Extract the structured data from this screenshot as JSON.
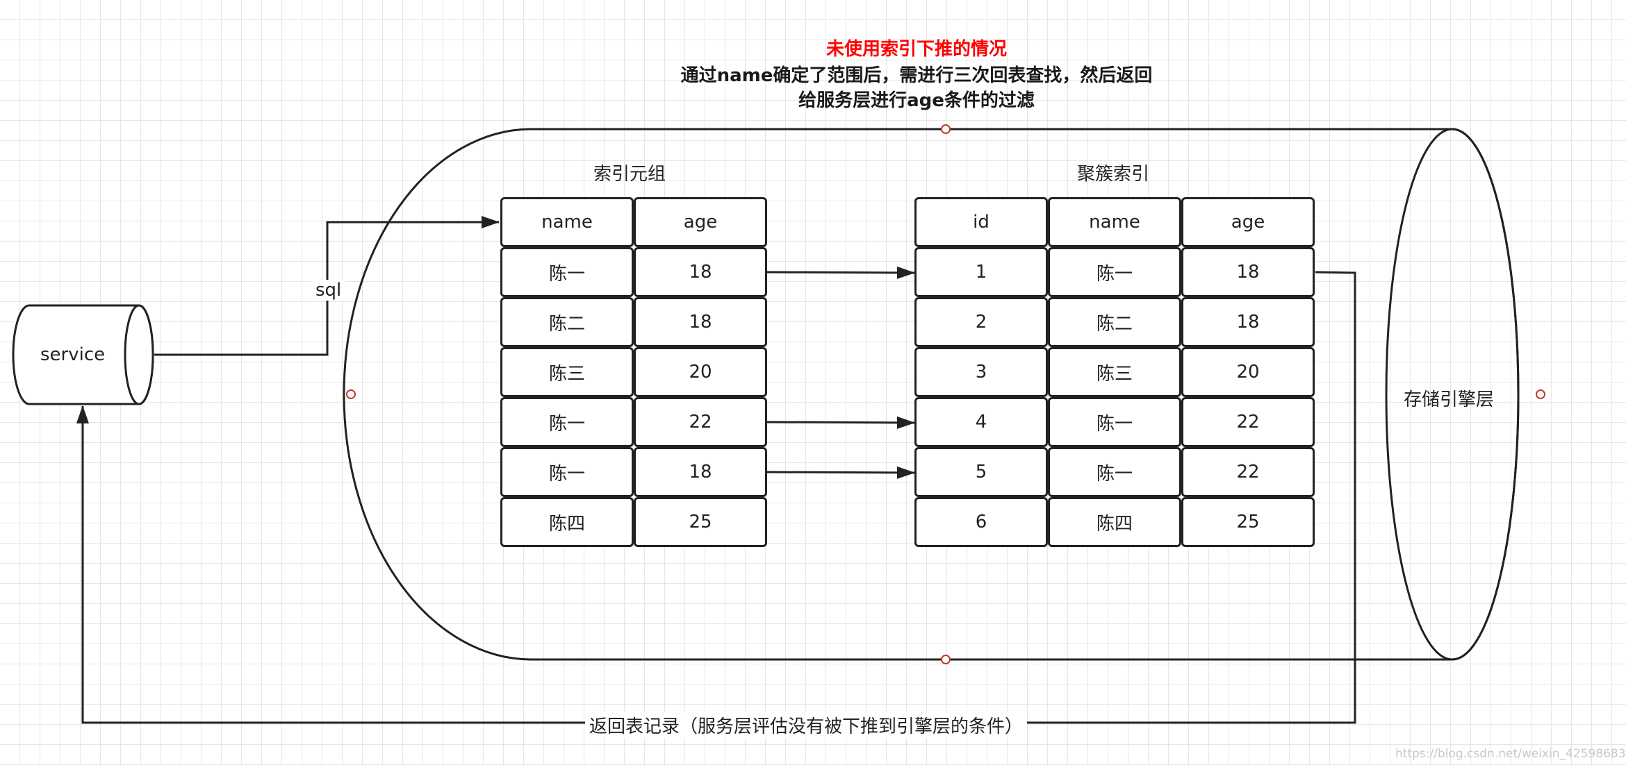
{
  "title": {
    "heading": "未使用索引下推的情况",
    "line1": "通过name确定了范围后，需进行三次回表查找，然后返回",
    "line2": "给服务层进行age条件的过滤"
  },
  "service_label": "service",
  "sql_label": "sql",
  "storage_label": "存储引擎层",
  "index_table": {
    "caption": "索引元组",
    "headers": [
      "name",
      "age"
    ],
    "rows": [
      [
        "陈一",
        "18"
      ],
      [
        "陈二",
        "18"
      ],
      [
        "陈三",
        "20"
      ],
      [
        "陈一",
        "22"
      ],
      [
        "陈一",
        "18"
      ],
      [
        "陈四",
        "25"
      ]
    ]
  },
  "cluster_table": {
    "caption": "聚簇索引",
    "headers": [
      "id",
      "name",
      "age"
    ],
    "rows": [
      [
        "1",
        "陈一",
        "18"
      ],
      [
        "2",
        "陈二",
        "18"
      ],
      [
        "3",
        "陈三",
        "20"
      ],
      [
        "4",
        "陈一",
        "22"
      ],
      [
        "5",
        "陈一",
        "22"
      ],
      [
        "6",
        "陈四",
        "25"
      ]
    ]
  },
  "return_label": "返回表记录（服务层评估没有被下推到引擎层的条件）",
  "watermark": "https://blog.csdn.net/weixin_42598683"
}
